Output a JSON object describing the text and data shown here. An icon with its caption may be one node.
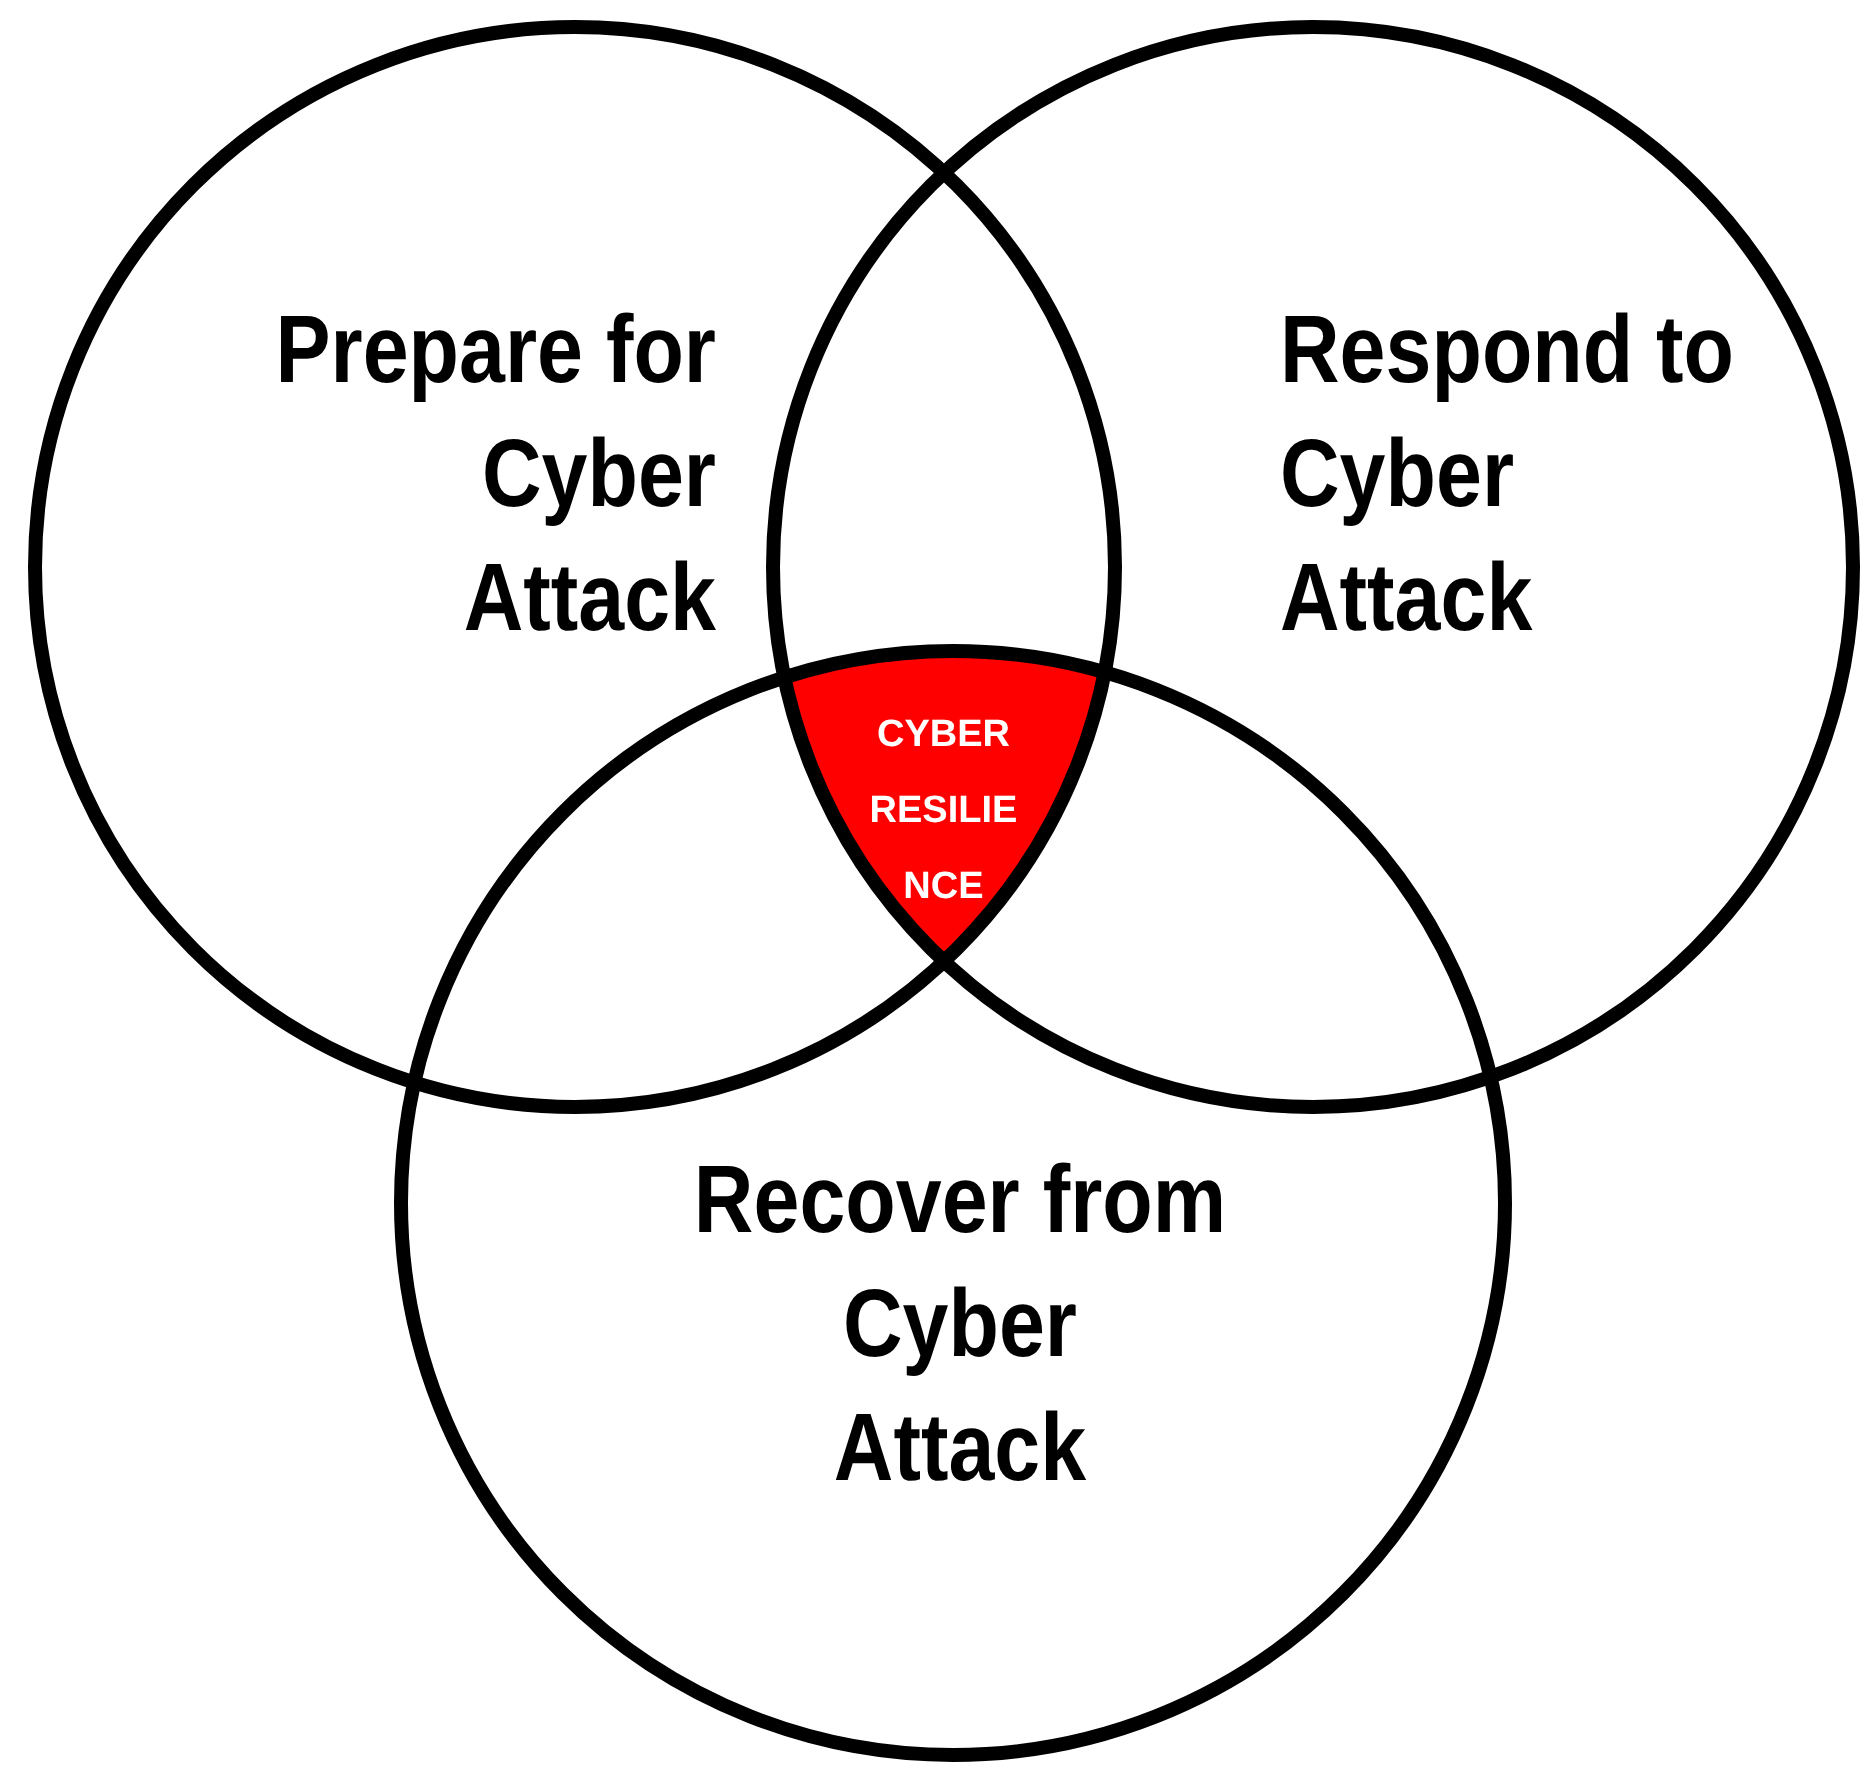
{
  "diagram": {
    "nodes": [
      {
        "text": [
          "Prepare for Cyber Attack"
        ]
      },
      {
        "text": [
          "Respond to Cyber Attack"
        ]
      },
      {
        "text": [
          "Recover from Cyber Attack"
        ]
      },
      {
        "text": [
          "CYBER RESILIE NCE"
        ]
      }
    ]
  }
}
